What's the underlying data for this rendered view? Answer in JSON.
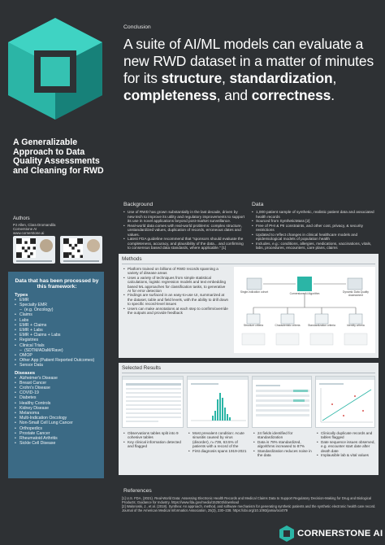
{
  "colors": {
    "background": "#2e3134",
    "panel": "#e9ecee",
    "data_box": "#3b6a85",
    "accent_teal": "#2bb5a6"
  },
  "poster": {
    "title": "A Generalizable Approach to Data Quality Assessments and Cleaning for RWD",
    "authors_label": "Authors",
    "authors": [
      "PJ Allen, Clara Dromandila",
      "Cornerstone AI",
      "www.cornerstone.ai"
    ]
  },
  "data_box": {
    "heading": "Data that has been processed by this framework:",
    "types_label": "Types",
    "types": [
      {
        "label": "EMR",
        "sub": false
      },
      {
        "label": "Specialty EMR",
        "sub": false
      },
      {
        "label": "(e.g. Oncology)",
        "sub": true
      },
      {
        "label": "Claims",
        "sub": false
      },
      {
        "label": "Labs",
        "sub": false
      },
      {
        "label": "EMR + Claims",
        "sub": false
      },
      {
        "label": "EMR + Labs",
        "sub": false
      },
      {
        "label": "EMR + Claims + Labs",
        "sub": false
      },
      {
        "label": "Registries",
        "sub": false
      },
      {
        "label": "Clinical Trials",
        "sub": false
      },
      {
        "label": "(SDTM/ADaM/Rave)",
        "sub": true
      },
      {
        "label": "OMOP",
        "sub": false
      },
      {
        "label": "Other App (Patient Reported Outcomes)",
        "sub": false
      },
      {
        "label": "Sensor Data",
        "sub": false
      }
    ],
    "diseases_label": "Diseases",
    "diseases": [
      "Alzheimer's Disease",
      "Breast Cancer",
      "Crohn's Disease",
      "COVID-19",
      "Diabetes",
      "Healthy Controls",
      "Kidney Disease",
      "Melanoma",
      "Multi-Indication Oncology",
      "Non-Small Cell Lung Cancer",
      "Orthopedics",
      "Prostate Cancer",
      "Rheumatoid Arthritis",
      "Sickle Cell Disease"
    ]
  },
  "conclusion": {
    "label": "Conclusion",
    "pre": "A suite of AI/ML models can evaluate a new RWD dataset in a matter of minutes for its ",
    "b1": "structure",
    "c1": ", ",
    "b2": "standardization",
    "c2": ", ",
    "b3": "completeness",
    "c3": ", and ",
    "b4": "correctness",
    "end": "."
  },
  "background": {
    "label": "Background",
    "items": [
      "Use of RWD has grown substantially in the last decade, driven by new tech to improve its utility and regulatory improvements to support its use in novel applications beyond post-market surveillance.",
      "Real-world data comes with real-world problems: complex structure, unstandardized values, duplication of records, erroneous dates and values.",
      "Latest FDA guideline recommend that \"sponsors should evaluate the completeness, accuracy, and plausibility of the data... and confirming to consensus based data standards, where applicable.\" [1]"
    ]
  },
  "data_section": {
    "label": "Data",
    "items": [
      "1,000 patient sample of synthetic, realistic patient data and associated health records",
      "Sourced from SyntheticMass [2]",
      "Free of PHI & PII constraints, and other cost, privacy, & security restrictions",
      "Updated to reflect changes in clinical healthcare models and epidemiological models of population health",
      "Includes, e.g.: conditions, allergies, medications, vaccinations, vitals, labs, procedures, encounters, care plans, claims"
    ]
  },
  "methods": {
    "label": "Methods",
    "items": [
      "Platform trained on billions of RWD records spanning a variety of disease areas",
      "Uses a variety of techniques from simple statistical calculations, logistic regression models and text embedding based ML approaches for classification tasks, to generative AI for error detection",
      "Findings are surfaced in an easy-to-use UI, summarized at the dataset, table and field levels, with the ability to drill down to specific record-level issues",
      "Users can make annotations at each step to confirm/override the outputs and provide feedback"
    ],
    "flow": {
      "single_col": "Single-indication cohort",
      "cornerstone": "Cornerstone AI Algorithm",
      "dynamic": "Dynamic Data Quality Assessment",
      "structure": "Structure criteria",
      "character": "Characteristic criteria",
      "standard": "Standardization criteria",
      "identity": "Identity criteria"
    }
  },
  "results": {
    "label": "Selected Results",
    "col1": [
      "Observations tables split into 9 cohesive tables",
      "Key clinical information detected and flagged"
    ],
    "col2": [
      "Most prevalent condition: Acute sinusitis caused by virus (disorder), n=739, 63.5% of patients with a record of the",
      "First diagnosis spans 1919-2021"
    ],
    "col3": [
      "24 fields identified for standardization",
      "Data is 78% standardized, algorithms increased to 87%",
      "Standardization reduces noise in the data"
    ],
    "col4": [
      "Clinically duplicate records and tables flagged",
      "Date sequence issues observed, e.g. encounter start date after death date",
      "Implausible lab & vital values"
    ]
  },
  "references": {
    "label": "References",
    "items": [
      "[1] U.S. FDA. (2021). Real-World Data: Assessing Electronic Health Records and Medical Claims Data to Support Regulatory Decision-Making for Drug and Biological Products; Guidance for Industry. https://www.fda.gov/media/152503/download",
      "[2] Walonoski, J., et al. (2018). Synthea: An approach, method, and software mechanism for generating synthetic patients and the synthetic electronic health care record. Journal of the American Medical Informatics Association, 25(3), 230–238. https://doi.org/10.1093/jamia/ocx079"
    ]
  },
  "brand": {
    "name": "CORNERSTONE AI",
    "icon": "cornerstone-logo-icon"
  }
}
